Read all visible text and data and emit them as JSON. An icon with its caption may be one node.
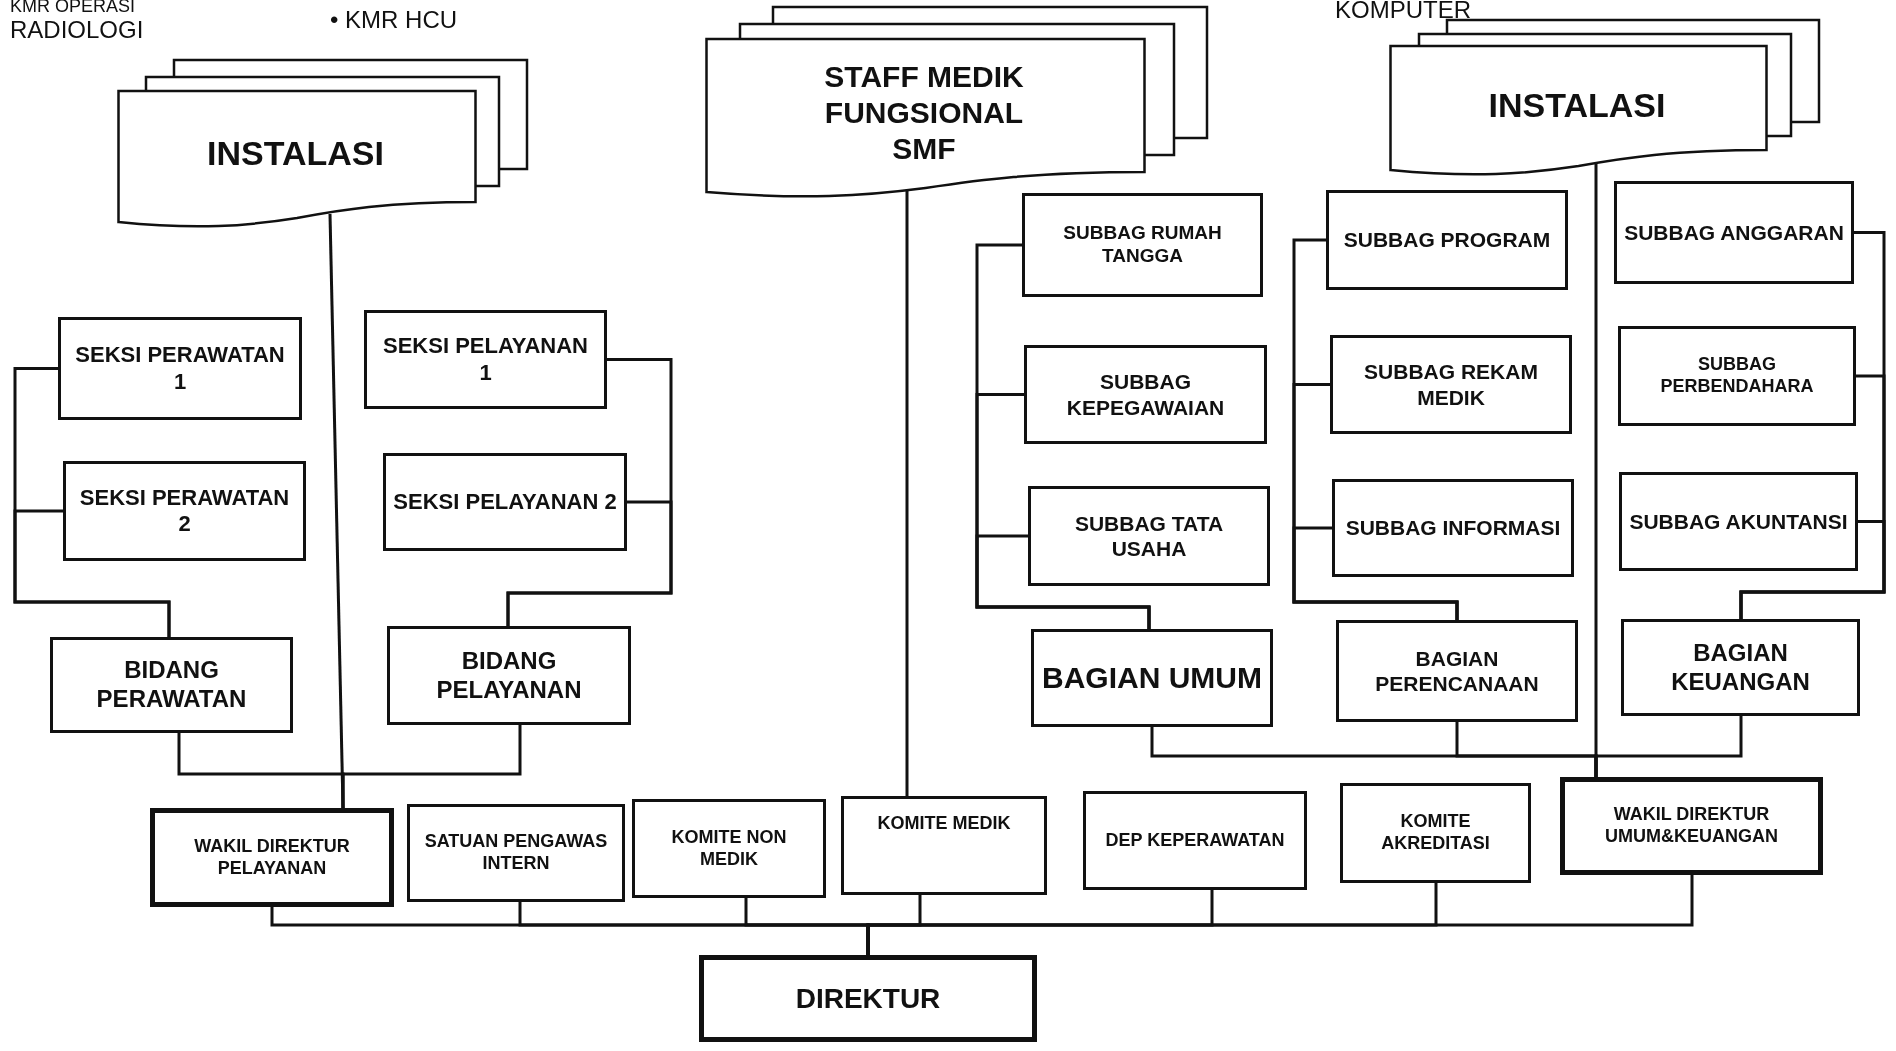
{
  "diagram": {
    "nodes": [
      {
        "text": [
          "INSTALASI"
        ]
      },
      {
        "text": [
          "STAFF MEDIK FUNGSIONAL SMF"
        ]
      },
      {
        "text": [
          "INSTALASI"
        ]
      },
      {
        "text": [
          "SEKSI PERAWATAN 1"
        ]
      },
      {
        "text": [
          "SEKSI PERAWATAN 2"
        ]
      },
      {
        "text": [
          "BIDANG PERAWATAN"
        ]
      },
      {
        "text": [
          "SEKSI PELAYANAN 1"
        ]
      },
      {
        "text": [
          "SEKSI PELAYANAN 2"
        ]
      },
      {
        "text": [
          "BIDANG PELAYANAN"
        ]
      },
      {
        "text": [
          "SUBBAG RUMAH TANGGA"
        ]
      },
      {
        "text": [
          "SUBBAG KEPEGAWAIAN"
        ]
      },
      {
        "text": [
          "SUBBAG TATA USAHA"
        ]
      },
      {
        "text": [
          "BAGIAN UMUM"
        ]
      },
      {
        "text": [
          "SUBBAG PROGRAM"
        ]
      },
      {
        "text": [
          "SUBBAG REKAM MEDIK"
        ]
      },
      {
        "text": [
          "SUBBAG INFORMASI"
        ]
      },
      {
        "text": [
          "BAGIAN PERENCANAAN"
        ]
      },
      {
        "text": [
          "SUBBAG ANGGARAN"
        ]
      },
      {
        "text": [
          "SUBBAG PERBENDAHARA"
        ]
      },
      {
        "text": [
          "SUBBAG AKUNTANSI"
        ]
      },
      {
        "text": [
          "BAGIAN KEUANGAN"
        ]
      },
      {
        "text": [
          "WAKIL DIREKTUR PELAYANAN"
        ]
      },
      {
        "text": [
          "SATUAN PENGAWAS INTERN"
        ]
      },
      {
        "text": [
          "KOMITE NON MEDIK"
        ]
      },
      {
        "text": [
          "KOMITE MEDIK"
        ]
      },
      {
        "text": [
          "DEP KEPERAWATAN"
        ]
      },
      {
        "text": [
          "KOMITE AKREDITASI"
        ]
      },
      {
        "text": [
          "WAKIL DIREKTUR UMUM&KEUANGAN"
        ]
      },
      {
        "text": [
          "DIREKTUR"
        ]
      }
    ],
    "edges": [
      {
        "from": 28,
        "to": 21,
        "arrow": "none"
      },
      {
        "from": 28,
        "to": 22,
        "arrow": "none"
      },
      {
        "from": 28,
        "to": 23,
        "arrow": "none"
      },
      {
        "from": 28,
        "to": 24,
        "arrow": "none"
      },
      {
        "from": 28,
        "to": 25,
        "arrow": "none"
      },
      {
        "from": 28,
        "to": 26,
        "arrow": "none"
      },
      {
        "from": 28,
        "to": 27,
        "arrow": "none"
      },
      {
        "from": 21,
        "to": 0,
        "arrow": "none"
      },
      {
        "from": 21,
        "to": 5,
        "arrow": "none"
      },
      {
        "from": 21,
        "to": 8,
        "arrow": "none"
      },
      {
        "from": 5,
        "to": 3,
        "arrow": "none"
      },
      {
        "from": 5,
        "to": 4,
        "arrow": "none"
      },
      {
        "from": 8,
        "to": 6,
        "arrow": "none"
      },
      {
        "from": 8,
        "to": 7,
        "arrow": "none"
      },
      {
        "from": 12,
        "to": 9,
        "arrow": "none"
      },
      {
        "from": 12,
        "to": 10,
        "arrow": "none"
      },
      {
        "from": 12,
        "to": 11,
        "arrow": "none"
      },
      {
        "from": 16,
        "to": 13,
        "arrow": "none"
      },
      {
        "from": 16,
        "to": 14,
        "arrow": "none"
      },
      {
        "from": 16,
        "to": 15,
        "arrow": "none"
      },
      {
        "from": 20,
        "to": 17,
        "arrow": "none"
      },
      {
        "from": 20,
        "to": 18,
        "arrow": "none"
      },
      {
        "from": 20,
        "to": 19,
        "arrow": "none"
      },
      {
        "from": 27,
        "to": 2,
        "arrow": "none"
      },
      {
        "from": 27,
        "to": 12,
        "arrow": "none"
      },
      {
        "from": 27,
        "to": 16,
        "arrow": "none"
      },
      {
        "from": 27,
        "to": 20,
        "arrow": "none"
      },
      {
        "from": 24,
        "to": 1,
        "arrow": "none"
      }
    ],
    "labels": [
      "KMR OPERASI",
      "RADIOLOGI",
      "• KMR HCU",
      "KOMPUTER"
    ]
  }
}
